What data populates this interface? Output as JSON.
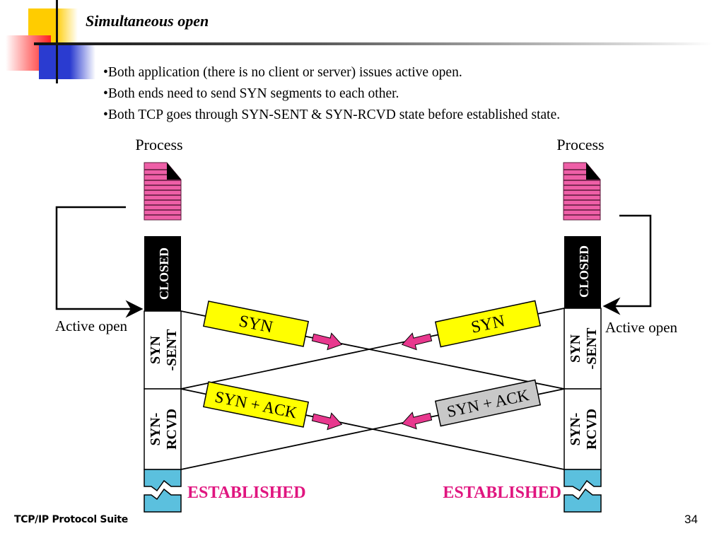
{
  "slide": {
    "title": "Simultaneous open",
    "bullets": [
      "•Both application (there is no client or server) issues active open.",
      "•Both ends need to send SYN segments to each other.",
      "•Both TCP goes through SYN-SENT & SYN-RCVD state before established state."
    ],
    "footer": "TCP/IP Protocol Suite",
    "page_number": "34"
  },
  "diagram": {
    "left": {
      "process_label": "Process",
      "active_open_label": "Active open",
      "states": [
        "CLOSED",
        "SYN",
        "-SENT",
        "SYN-",
        "RCVD"
      ],
      "established_label": "ESTABLISHED"
    },
    "right": {
      "process_label": "Process",
      "active_open_label": "Active open",
      "states": [
        "CLOSED",
        "SYN",
        "-SENT",
        "SYN-",
        "RCVD"
      ],
      "established_label": "ESTABLISHED"
    },
    "segments": [
      {
        "label": "SYN",
        "direction": "left-to-right",
        "color": "#ffff00"
      },
      {
        "label": "SYN",
        "direction": "right-to-left",
        "color": "#ffff00"
      },
      {
        "label": "SYN + ACK",
        "direction": "left-to-right",
        "color": "#ffff00"
      },
      {
        "label": "SYN + ACK",
        "direction": "right-to-left",
        "color": "#c8c8c8"
      }
    ],
    "colors": {
      "process_doc": "#ee5fa7",
      "arrow": "#e8388e",
      "established_text": "#e0157f",
      "established_box": "#5bc0de",
      "closed_box": "#000000"
    }
  }
}
